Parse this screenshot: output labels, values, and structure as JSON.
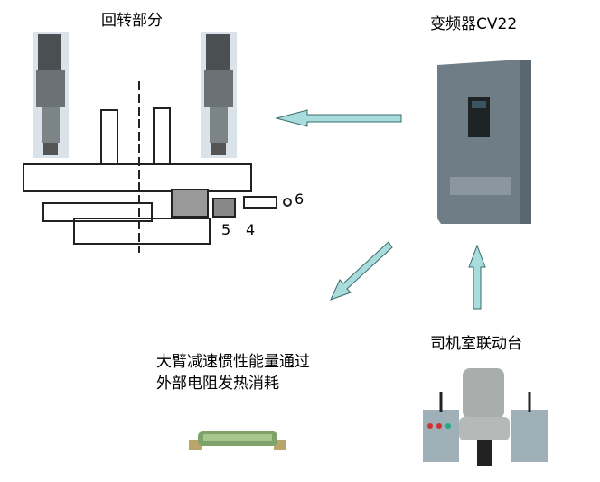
{
  "labels": {
    "slewing": "回转部分",
    "inverter": "变频器CV22",
    "cab": "司机室联动台",
    "resistor_line1": "大臂减速惯性能量通过",
    "resistor_line2": "外部电阻发热消耗"
  },
  "part_numbers": {
    "n5": "5",
    "n4": "4",
    "n6": "6"
  },
  "colors": {
    "arrow_fill": "#a9dcdc",
    "arrow_stroke": "#3a6a6a",
    "inverter_body": "#6f7d86"
  }
}
